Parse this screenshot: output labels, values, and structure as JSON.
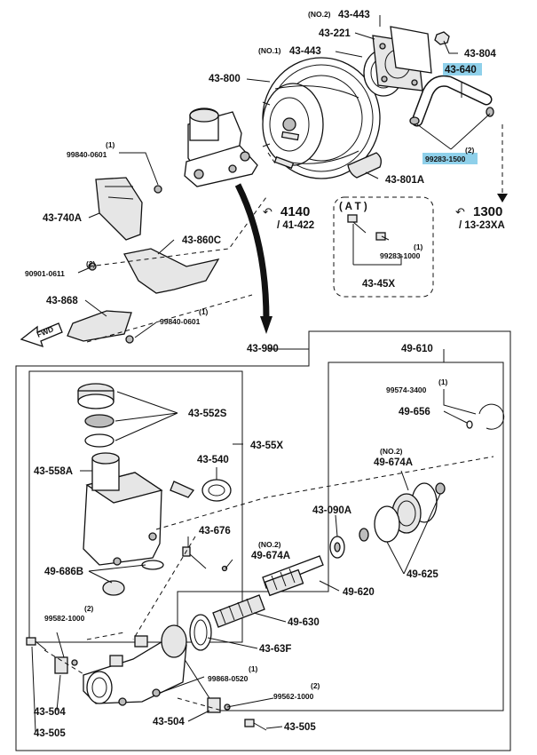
{
  "callouts": {
    "hose_part": "43-640",
    "hose_clip_part": "99283-1500",
    "hose_clip_qty": "(2)"
  },
  "labels": {
    "no2_gasket_qty": "(NO.2)",
    "no2_gasket_part": "43-443",
    "nut_804": "43-804",
    "stud_221": "43-221",
    "no1_gasket_qty": "(NO.1)",
    "no1_gasket_part": "43-443",
    "booster": "43-800",
    "bolt_99840_top_qty": "(1)",
    "bolt_99840_top": "99840-0601",
    "bracket_740a": "43-740A",
    "shield_801a": "43-801A",
    "ref_4140_num": "4140",
    "ref_4140_sub": "/ 41-422",
    "ref_1300_num": "1300",
    "ref_1300_sub": "/ 13-23XA",
    "at_tag": "( A T )",
    "clip_99283_1000_qty": "(1)",
    "clip_99283_1000": "99283-1000",
    "at_assembly": "43-45X",
    "bracket_860c": "43-860C",
    "nut_90901_qty": "(2)",
    "nut_90901": "90901-0611",
    "bracket_868": "43-868",
    "bolt_99840_bottom_qty": "(1)",
    "bolt_99840_bottom": "99840-0601",
    "fwd": "FWD",
    "master_cyl": "43-990",
    "piston_kit_610": "49-610",
    "clip_99574_qty": "(1)",
    "clip_99574": "99574-3400",
    "snap_ring_656": "49-656",
    "cap_552s": "43-552S",
    "reservoir_55x": "43-55X",
    "reservoir_558a": "43-558A",
    "grommet_540": "43-540",
    "seal_no2_qty": "(NO.2)",
    "seal_no2_part": "49-674A",
    "washer_090a": "43-090A",
    "bushing_686b": "49-686B",
    "bolt_676": "43-676",
    "seal_no1_qty": "(NO.2)",
    "seal_no1_part": "49-674A",
    "piston_620": "49-620",
    "spring_630": "49-630",
    "oring_625": "49-625",
    "oring_63f": "43-63F",
    "bolt_99582_qty": "(2)",
    "bolt_99582": "99582-1000",
    "bolt_99868_qty": "(1)",
    "bolt_99868": "99868-0520",
    "bolt_99562_qty": "(2)",
    "bolt_99562": "99562-1000",
    "fitting_504_left": "43-504",
    "fitting_504_bottom": "43-504",
    "screw_505_left": "43-505",
    "screw_505_right": "43-505"
  },
  "colors": {
    "highlight": "#8fd0ea",
    "ink": "#111111",
    "background": "#ffffff"
  }
}
